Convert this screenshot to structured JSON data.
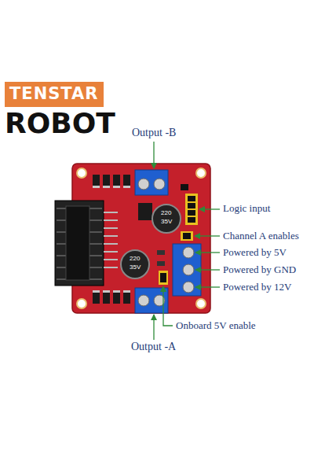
{
  "diagram": {
    "nodes": [
      {
        "text": [
          "TENSTAR"
        ]
      }
    ],
    "labels": [
      "ROBOT",
      "Output -B",
      "Logic input",
      "Channel A enables",
      "Powered by 5V",
      "Powered by GND",
      "Powered by 12V",
      "Onboard 5V enable",
      "Output -A",
      "220",
      "35V",
      "220",
      "35V"
    ]
  }
}
